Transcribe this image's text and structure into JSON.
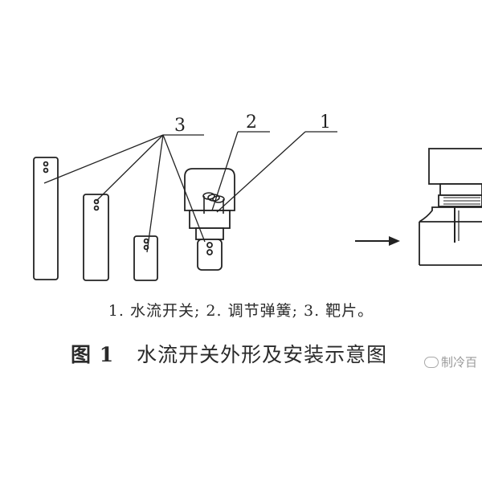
{
  "labels": {
    "targets": "3",
    "spring": "2",
    "switch": "1"
  },
  "caption": "1. 水流开关; 2. 调节弹簧; 3. 靶片。",
  "figure_title": {
    "number": "图 1",
    "text": "水流开关外形及安装示意图"
  },
  "watermark": "制冷百"
}
